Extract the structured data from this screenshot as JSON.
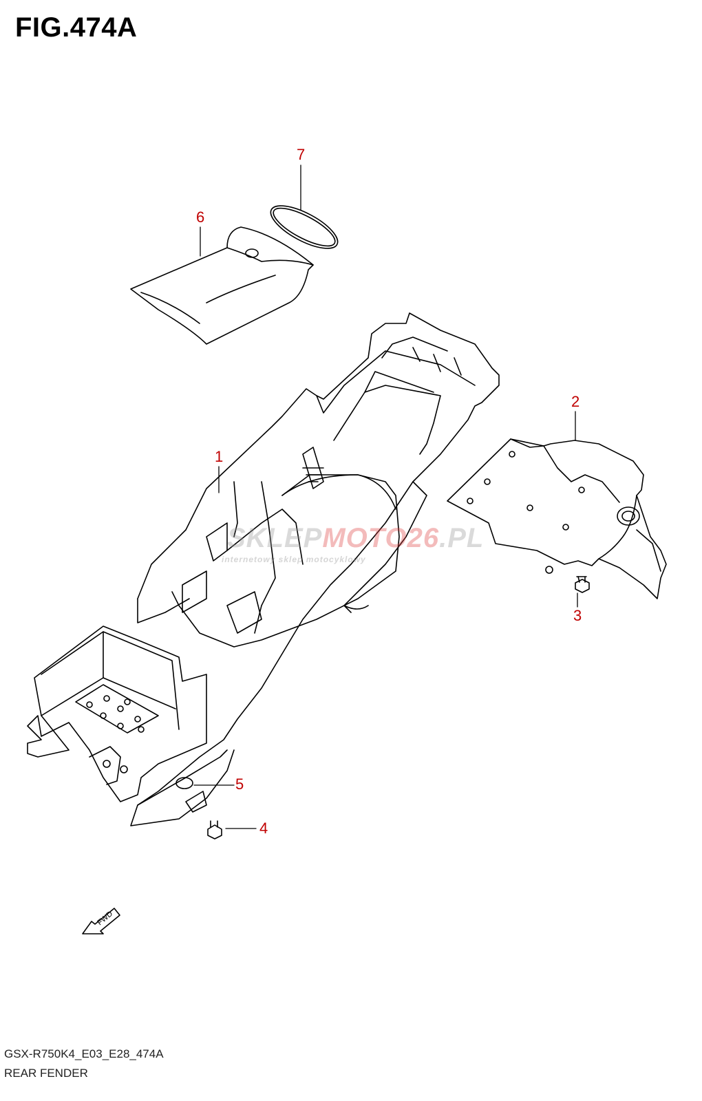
{
  "figure": {
    "title": "FIG.474A",
    "code": "GSX-R750K4_E03_E28_474A",
    "name": "REAR FENDER"
  },
  "callouts": [
    {
      "id": "1",
      "label": "1"
    },
    {
      "id": "2",
      "label": "2"
    },
    {
      "id": "3",
      "label": "3"
    },
    {
      "id": "4",
      "label": "4"
    },
    {
      "id": "5",
      "label": "5"
    },
    {
      "id": "6",
      "label": "6"
    },
    {
      "id": "7",
      "label": "7"
    }
  ],
  "fwd_arrow": {
    "label": "FWD"
  },
  "watermark": {
    "brand_a": "SKLEP",
    "brand_b": "MOTO",
    "brand_c": "26",
    "brand_d": ".PL",
    "tagline": "internetowy sklep motocyklowy"
  },
  "colors": {
    "callout": "#c00000",
    "line": "#000000"
  }
}
